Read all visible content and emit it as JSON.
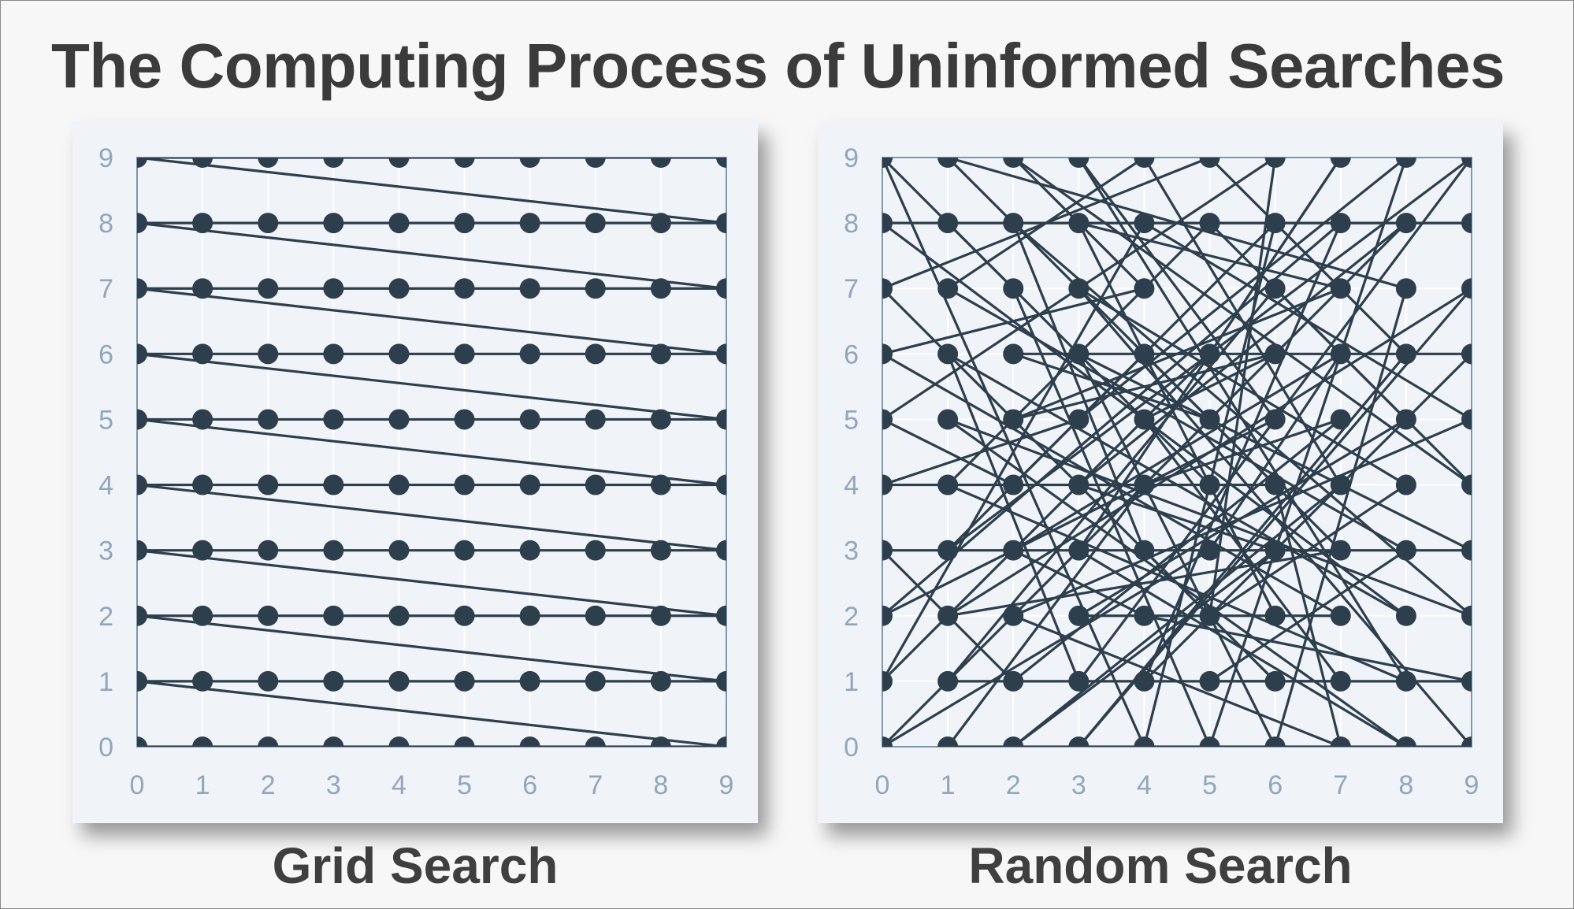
{
  "title": "The Computing Process of Uninformed Searches",
  "styles": {
    "line_color": "#2d3e4d",
    "tick_color": "#90a6bd",
    "panel_bg": "#f0f4f8",
    "grid_color": "#ffffff"
  },
  "chart_data": [
    {
      "type": "line",
      "title": "Grid Search",
      "xlim": [
        0,
        9
      ],
      "ylim": [
        0,
        9
      ],
      "xticks": [
        "0",
        "1",
        "2",
        "3",
        "4",
        "5",
        "6",
        "7",
        "8",
        "9"
      ],
      "yticks": [
        "0",
        "1",
        "2",
        "3",
        "4",
        "5",
        "6",
        "7",
        "8",
        "9"
      ],
      "grid": true,
      "description": "Points visited row by row at every integer grid location",
      "points": [
        [
          0,
          0
        ],
        [
          1,
          0
        ],
        [
          2,
          0
        ],
        [
          3,
          0
        ],
        [
          4,
          0
        ],
        [
          5,
          0
        ],
        [
          6,
          0
        ],
        [
          7,
          0
        ],
        [
          8,
          0
        ],
        [
          9,
          0
        ],
        [
          0,
          1
        ],
        [
          1,
          1
        ],
        [
          2,
          1
        ],
        [
          3,
          1
        ],
        [
          4,
          1
        ],
        [
          5,
          1
        ],
        [
          6,
          1
        ],
        [
          7,
          1
        ],
        [
          8,
          1
        ],
        [
          9,
          1
        ],
        [
          0,
          2
        ],
        [
          1,
          2
        ],
        [
          2,
          2
        ],
        [
          3,
          2
        ],
        [
          4,
          2
        ],
        [
          5,
          2
        ],
        [
          6,
          2
        ],
        [
          7,
          2
        ],
        [
          8,
          2
        ],
        [
          9,
          2
        ],
        [
          0,
          3
        ],
        [
          1,
          3
        ],
        [
          2,
          3
        ],
        [
          3,
          3
        ],
        [
          4,
          3
        ],
        [
          5,
          3
        ],
        [
          6,
          3
        ],
        [
          7,
          3
        ],
        [
          8,
          3
        ],
        [
          9,
          3
        ],
        [
          0,
          4
        ],
        [
          1,
          4
        ],
        [
          2,
          4
        ],
        [
          3,
          4
        ],
        [
          4,
          4
        ],
        [
          5,
          4
        ],
        [
          6,
          4
        ],
        [
          7,
          4
        ],
        [
          8,
          4
        ],
        [
          9,
          4
        ],
        [
          0,
          5
        ],
        [
          1,
          5
        ],
        [
          2,
          5
        ],
        [
          3,
          5
        ],
        [
          4,
          5
        ],
        [
          5,
          5
        ],
        [
          6,
          5
        ],
        [
          7,
          5
        ],
        [
          8,
          5
        ],
        [
          9,
          5
        ],
        [
          0,
          6
        ],
        [
          1,
          6
        ],
        [
          2,
          6
        ],
        [
          3,
          6
        ],
        [
          4,
          6
        ],
        [
          5,
          6
        ],
        [
          6,
          6
        ],
        [
          7,
          6
        ],
        [
          8,
          6
        ],
        [
          9,
          6
        ],
        [
          0,
          7
        ],
        [
          1,
          7
        ],
        [
          2,
          7
        ],
        [
          3,
          7
        ],
        [
          4,
          7
        ],
        [
          5,
          7
        ],
        [
          6,
          7
        ],
        [
          7,
          7
        ],
        [
          8,
          7
        ],
        [
          9,
          7
        ],
        [
          0,
          8
        ],
        [
          1,
          8
        ],
        [
          2,
          8
        ],
        [
          3,
          8
        ],
        [
          4,
          8
        ],
        [
          5,
          8
        ],
        [
          6,
          8
        ],
        [
          7,
          8
        ],
        [
          8,
          8
        ],
        [
          9,
          8
        ],
        [
          0,
          9
        ],
        [
          1,
          9
        ],
        [
          2,
          9
        ],
        [
          3,
          9
        ],
        [
          4,
          9
        ],
        [
          5,
          9
        ],
        [
          6,
          9
        ],
        [
          7,
          9
        ],
        [
          8,
          9
        ],
        [
          9,
          9
        ]
      ]
    },
    {
      "type": "line",
      "title": "Random Search",
      "xlim": [
        0,
        9
      ],
      "ylim": [
        0,
        9
      ],
      "xticks": [
        "0",
        "1",
        "2",
        "3",
        "4",
        "5",
        "6",
        "7",
        "8",
        "9"
      ],
      "yticks": [
        "0",
        "1",
        "2",
        "3",
        "4",
        "5",
        "6",
        "7",
        "8",
        "9"
      ],
      "grid": true,
      "description": "Points visited in random order",
      "points": [
        [
          0,
          9
        ],
        [
          4,
          0
        ],
        [
          6,
          8
        ],
        [
          1,
          3
        ],
        [
          9,
          9
        ],
        [
          3,
          1
        ],
        [
          1,
          6
        ],
        [
          8,
          2
        ],
        [
          0,
          8
        ],
        [
          9,
          8
        ],
        [
          1,
          8
        ],
        [
          2,
          7
        ],
        [
          5,
          0
        ],
        [
          8,
          9
        ],
        [
          3,
          5
        ],
        [
          0,
          4
        ],
        [
          6,
          4
        ],
        [
          7,
          0
        ],
        [
          2,
          2
        ],
        [
          9,
          5
        ],
        [
          4,
          8
        ],
        [
          0,
          1
        ],
        [
          5,
          6
        ],
        [
          7,
          9
        ],
        [
          3,
          3
        ],
        [
          8,
          0
        ],
        [
          1,
          5
        ],
        [
          9,
          2
        ],
        [
          2,
          8
        ],
        [
          4,
          3
        ],
        [
          6,
          1
        ],
        [
          0,
          7
        ],
        [
          5,
          9
        ],
        [
          8,
          6
        ],
        [
          3,
          0
        ],
        [
          9,
          7
        ],
        [
          1,
          2
        ],
        [
          7,
          3
        ],
        [
          4,
          6
        ],
        [
          2,
          4
        ],
        [
          0,
          5
        ],
        [
          6,
          9
        ],
        [
          5,
          2
        ],
        [
          8,
          4
        ],
        [
          3,
          7
        ],
        [
          9,
          0
        ],
        [
          1,
          0
        ],
        [
          4,
          4
        ],
        [
          7,
          5
        ],
        [
          2,
          1
        ],
        [
          0,
          3
        ],
        [
          9,
          3
        ],
        [
          3,
          6
        ],
        [
          6,
          0
        ],
        [
          8,
          7
        ],
        [
          1,
          9
        ],
        [
          5,
          5
        ],
        [
          2,
          6
        ],
        [
          9,
          6
        ],
        [
          4,
          1
        ],
        [
          7,
          8
        ],
        [
          0,
          2
        ],
        [
          6,
          5
        ],
        [
          3,
          9
        ],
        [
          8,
          1
        ],
        [
          1,
          4
        ],
        [
          5,
          8
        ],
        [
          9,
          4
        ],
        [
          2,
          9
        ],
        [
          4,
          7
        ],
        [
          0,
          6
        ],
        [
          7,
          2
        ],
        [
          3,
          2
        ],
        [
          8,
          5
        ],
        [
          6,
          7
        ],
        [
          1,
          1
        ],
        [
          9,
          1
        ],
        [
          4,
          2
        ],
        [
          2,
          3
        ],
        [
          7,
          6
        ],
        [
          5,
          3
        ],
        [
          0,
          0
        ],
        [
          8,
          8
        ],
        [
          3,
          4
        ],
        [
          6,
          3
        ],
        [
          2,
          0
        ],
        [
          7,
          4
        ],
        [
          4,
          9
        ],
        [
          1,
          7
        ],
        [
          8,
          3
        ],
        [
          5,
          1
        ],
        [
          7,
          1
        ],
        [
          4,
          5
        ],
        [
          6,
          6
        ],
        [
          2,
          5
        ],
        [
          7,
          7
        ],
        [
          3,
          8
        ],
        [
          6,
          2
        ],
        [
          5,
          4
        ],
        [
          0,
          9
        ]
      ]
    }
  ]
}
